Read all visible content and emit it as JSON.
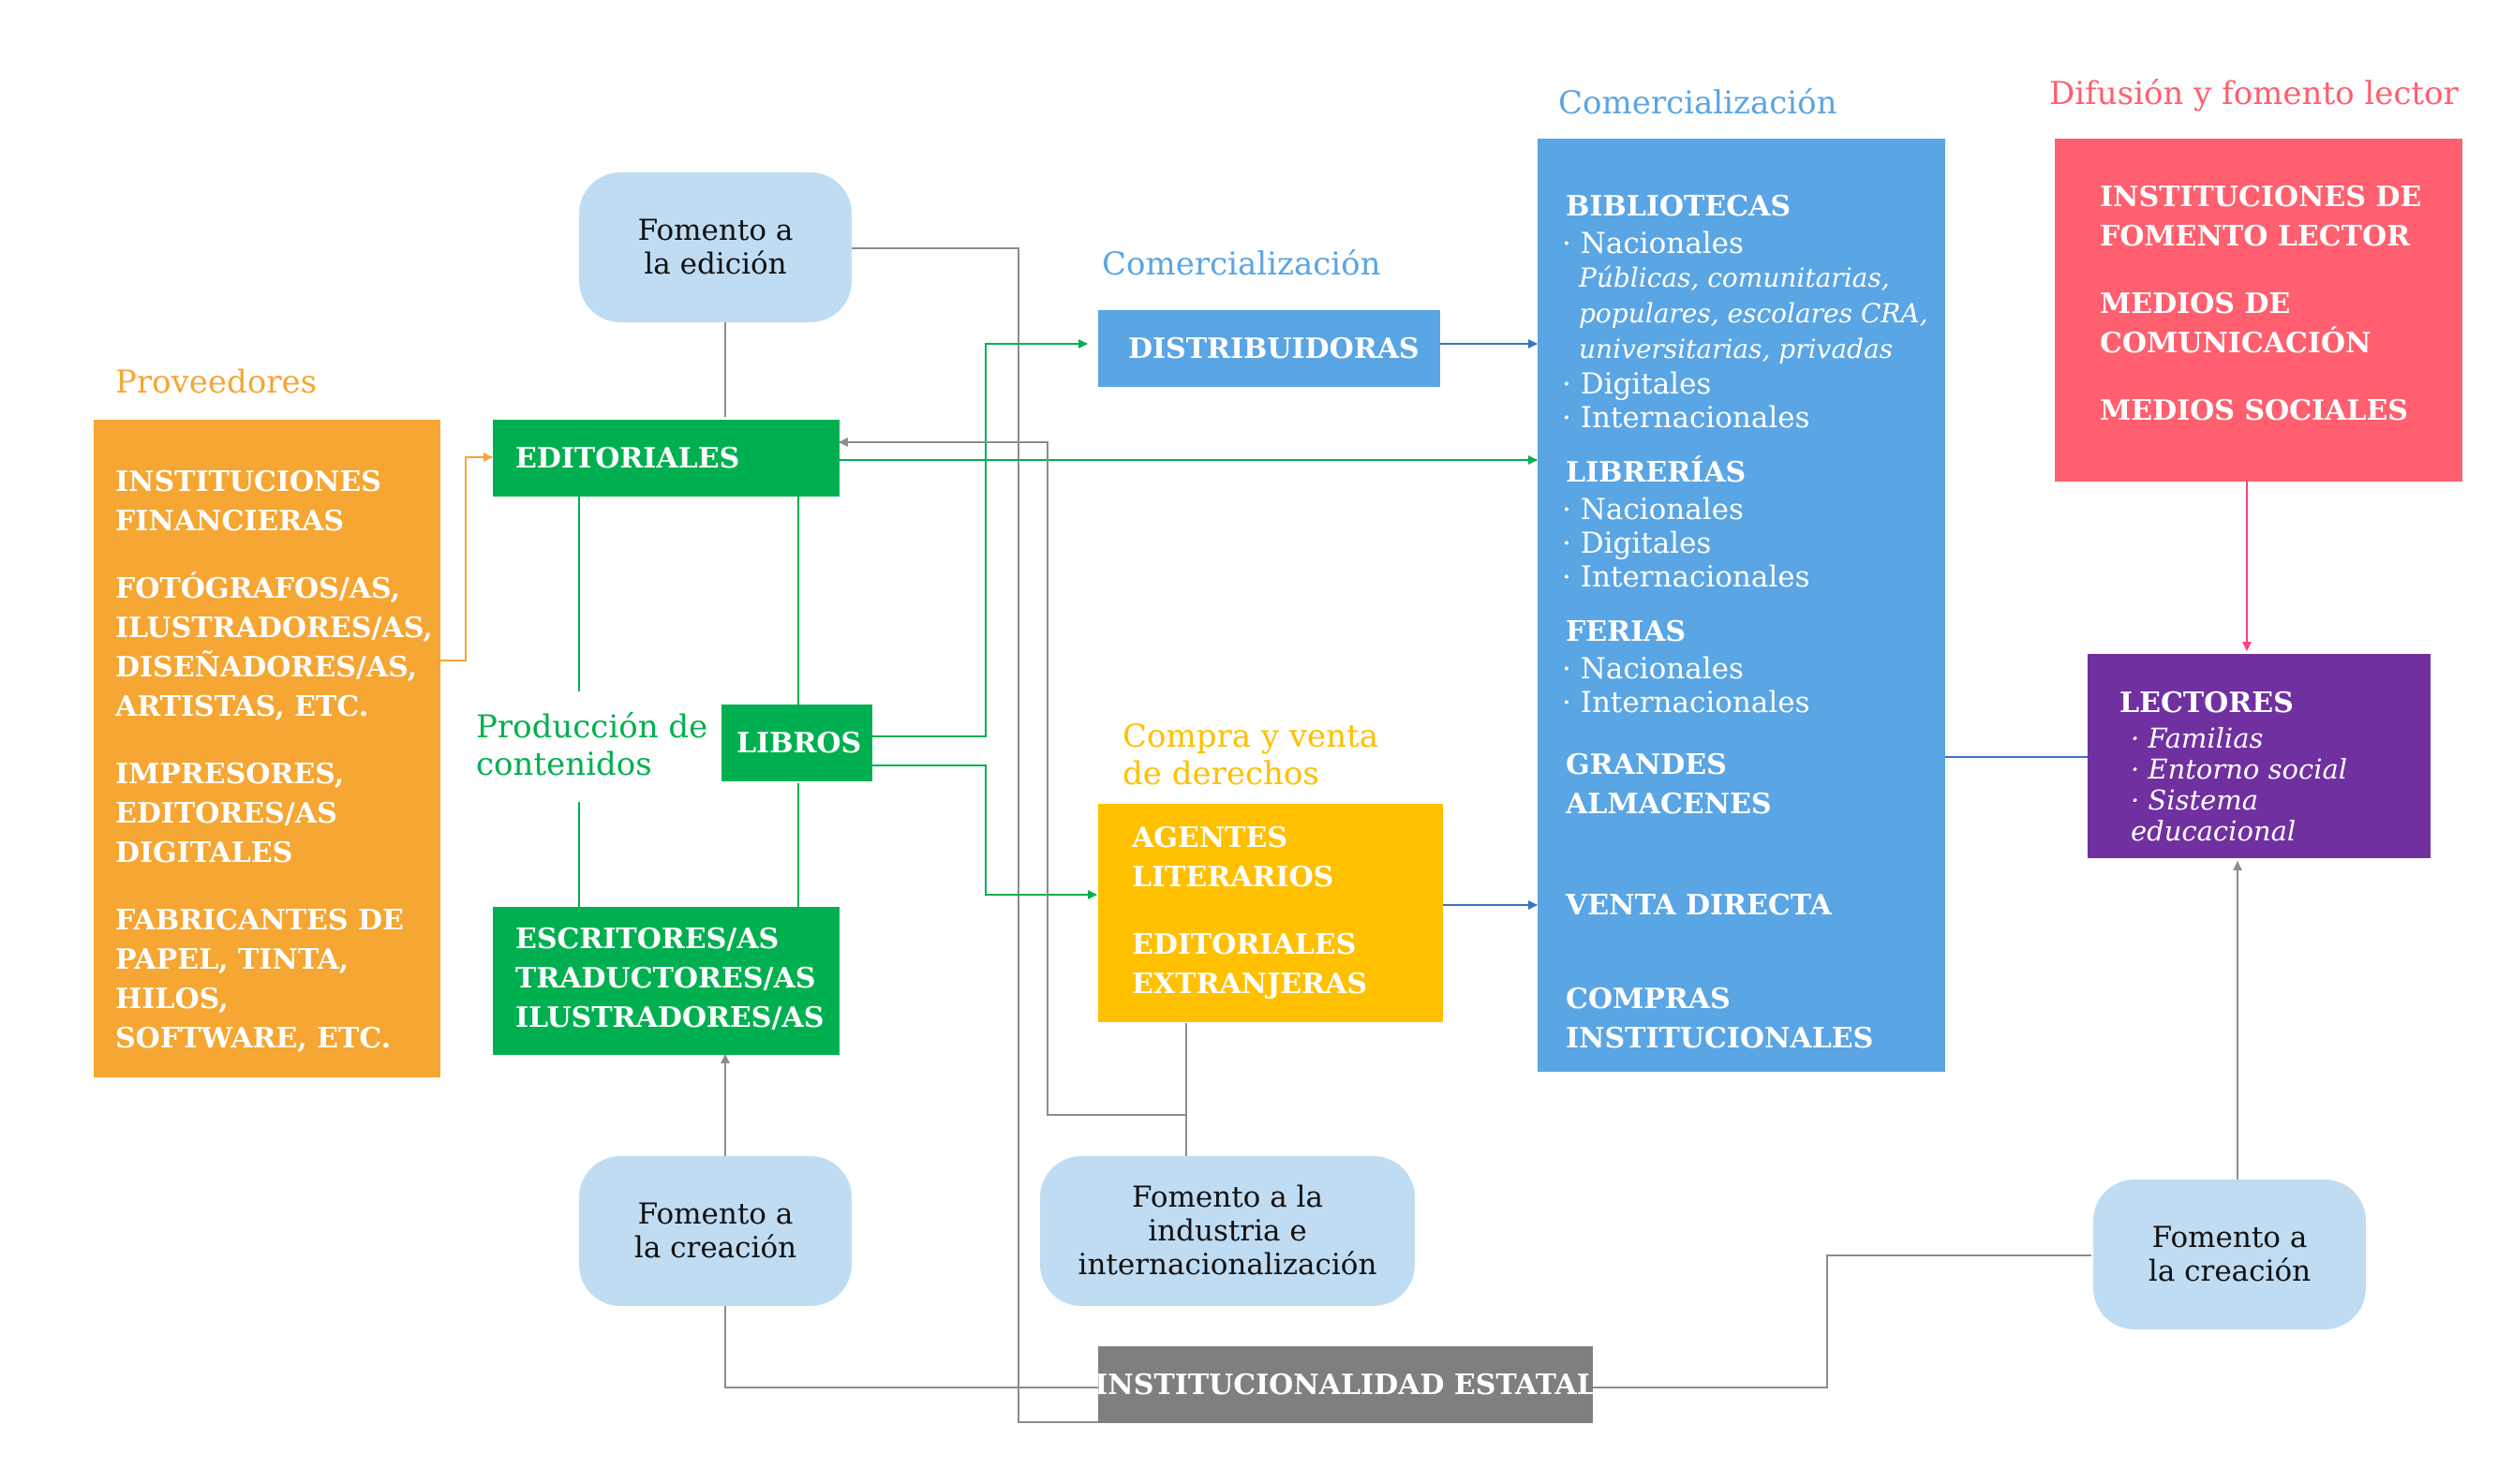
{
  "colors": {
    "proveedores": "#f5a633",
    "produccion": "#00b050",
    "comercializacion": "#5aa5e4",
    "derechos": "#ffc000",
    "difusion": "#ff5f6e",
    "lectores": "#7030a0",
    "estatal": "#7f7f7f",
    "fomento": "#bfdcf3",
    "wire": "#8c8c8c"
  },
  "headings": {
    "proveedores": "Proveedores",
    "produccion": "Producción de\ncontenidos",
    "comercializacion_mid": "Comercialización",
    "comercializacion_top": "Comercialización",
    "derechos": "Compra y venta\nde derechos",
    "difusion": "Difusión y fomento lector"
  },
  "proveedores": {
    "items": [
      "INSTITUCIONES\nFINANCIERAS",
      "FOTÓGRAFOS/AS,\nILUSTRADORES/AS,\nDISEÑADORES/AS,\nARTISTAS, ETC.",
      "IMPRESORES,\nEDITORES/AS\nDIGITALES",
      "FABRICANTES DE\nPAPEL, TINTA, HILOS,\nSOFTWARE, ETC."
    ]
  },
  "fomento": {
    "edicion": "Fomento a\nla edición",
    "creacion_left": "Fomento a\nla creación",
    "industria": "Fomento a la\nindustria e\ninternacionalización",
    "creacion_right": "Fomento a\nla creación"
  },
  "produccion": {
    "editoriales": "EDITORIALES",
    "libros": "LIBROS",
    "escritores": "ESCRITORES/AS\nTRADUCTORES/AS\nILUSTRADORES/AS"
  },
  "distribuidoras": "DISTRIBUIDORAS",
  "derechos": {
    "items": [
      "AGENTES\nLITERARIOS",
      "EDITORIALES\nEXTRANJERAS"
    ]
  },
  "comercializacion": {
    "bibliotecas": {
      "title": "BIBLIOTECAS",
      "nacionales": "· Nacionales",
      "tipos": "Públicas, comunitarias,\npopulares, escolares CRA,\nuniversitarias, privadas",
      "digitales": "· Digitales",
      "internacionales": "· Internacionales"
    },
    "librerias": {
      "title": "LIBRERÍAS",
      "nacionales": "· Nacionales",
      "digitales": "· Digitales",
      "internacionales": "· Internacionales"
    },
    "ferias": {
      "title": "FERIAS",
      "nacionales": "· Nacionales",
      "internacionales": "· Internacionales"
    },
    "grandes_almacenes": "GRANDES ALMACENES",
    "venta_directa": "VENTA DIRECTA",
    "compras_institucionales": "COMPRAS\nINSTITUCIONALES"
  },
  "difusion": {
    "items": [
      "INSTITUCIONES DE\nFOMENTO LECTOR",
      "MEDIOS DE\nCOMUNICACIÓN",
      "MEDIOS SOCIALES"
    ]
  },
  "lectores": {
    "title": "LECTORES",
    "items": [
      "· Familias",
      "· Entorno social",
      "· Sistema educacional"
    ]
  },
  "estatal": "INSTITUCIONALIDAD ESTATAL"
}
